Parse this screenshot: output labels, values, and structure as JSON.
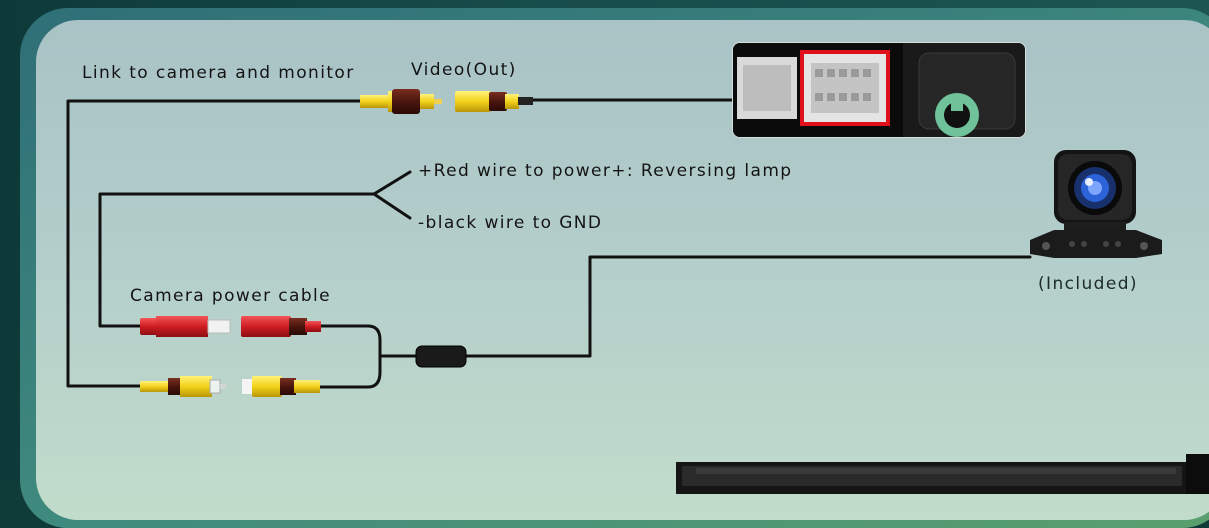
{
  "labels": {
    "link": "Link to camera and monitor",
    "video_out": "Video(Out)",
    "red_wire": "+Red wire to power+: Reversing lamp",
    "black_wire": "-black wire to GND",
    "power_cable": "Camera power cable",
    "included": "(Included)"
  },
  "colors": {
    "wire": "#111111",
    "rca_yellow": "#f3d21a",
    "rca_red": "#cf1d22",
    "plug_dark": "#5a1b12",
    "highlight_box": "#e0101a",
    "camera_lens": "#2c63d8"
  },
  "icons": {
    "video_connector": "rca-plug",
    "power_connector": "dc-plug",
    "camera": "reversing-camera",
    "harness_photo": "connector-socket-photo",
    "head_unit": "head-unit"
  }
}
